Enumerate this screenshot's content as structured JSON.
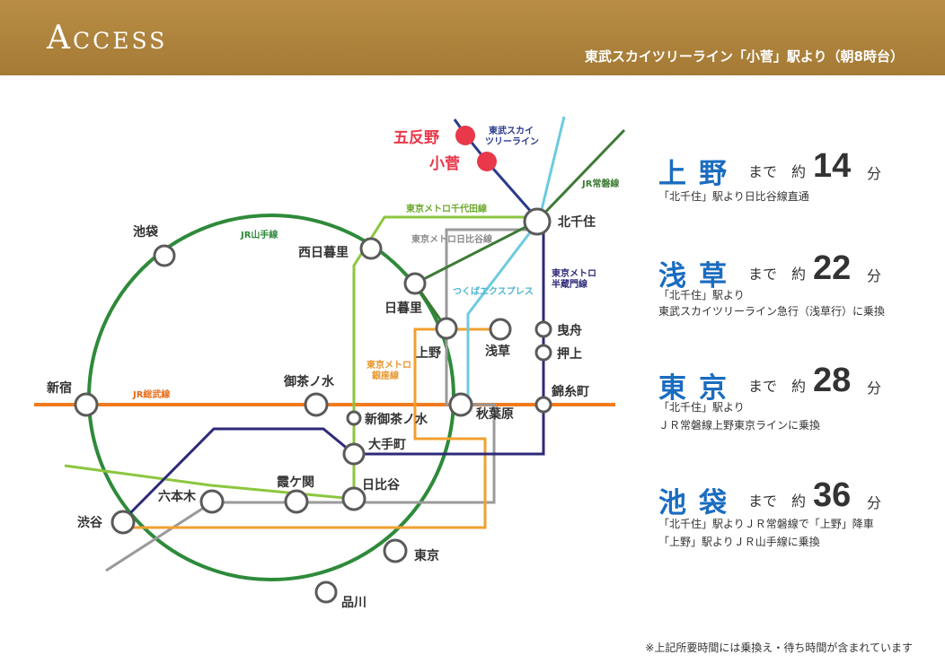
{
  "header": {
    "title": "Access",
    "subtitle": "東武スカイツリーライン「小菅」駅より（朝8時台）"
  },
  "map": {
    "colors": {
      "yamanote": "#2e8a3a",
      "sobu": "#f07a1e",
      "chiyoda": "#8cc63f",
      "hibiya": "#9a9a9a",
      "ginza": "#f0a030",
      "hanzomon": "#2e2a78",
      "tsukuba": "#6ccbe0",
      "tobu": "#2b3a8a",
      "joban": "#3d7a35",
      "highlight": "#e8384a"
    },
    "stations": {
      "gotanno": "五反野",
      "kosuge": "小菅",
      "kitasenju": "北千住",
      "ikebukuro": "池袋",
      "nishinippori": "西日暮里",
      "nippori": "日暮里",
      "ueno": "上野",
      "asakusa": "浅草",
      "hikifune": "曳舟",
      "oshiage": "押上",
      "kinshicho": "錦糸町",
      "shinjuku": "新宿",
      "ochanomizu": "御茶ノ水",
      "akihabara": "秋葉原",
      "shinochanomizu": "新御茶ノ水",
      "otemachi": "大手町",
      "kasumigaseki": "霞ケ関",
      "roppongi": "六本木",
      "hibiya": "日比谷",
      "shibuya": "渋谷",
      "tokyo": "東京",
      "shinagawa": "品川"
    },
    "lines": {
      "tobu_skytree": "東武スカイ\nツリーライン",
      "jr_joban": "JR常磐線",
      "metro_chiyoda": "東京メトロ千代田線",
      "metro_hibiya": "東京メトロ日比谷線",
      "jr_yamanote": "JR山手線",
      "tsukuba_express": "つくばエクスプレス",
      "metro_hanzomon": "東京メトロ\n半蔵門線",
      "metro_ginza": "東京メトロ\n銀座線",
      "jr_sobu": "JR総武線"
    }
  },
  "routes": [
    {
      "dest": "上野",
      "made": "まで",
      "approx": "約",
      "minutes": "14",
      "unit": "分",
      "notes": [
        "「北千住」駅より日比谷線直通"
      ]
    },
    {
      "dest": "浅草",
      "made": "まで",
      "approx": "約",
      "minutes": "22",
      "unit": "分",
      "notes": [
        "「北千住」駅より",
        "東武スカイツリーライン急行（浅草行）に乗換"
      ]
    },
    {
      "dest": "東京",
      "made": "まで",
      "approx": "約",
      "minutes": "28",
      "unit": "分",
      "notes": [
        "「北千住」駅より",
        "ＪＲ常磐線上野東京ラインに乗換"
      ]
    },
    {
      "dest": "池袋",
      "made": "まで",
      "approx": "約",
      "minutes": "36",
      "unit": "分",
      "notes": [
        "「北千住」駅よりＪＲ常磐線で「上野」降車",
        "「上野」駅よりＪＲ山手線に乗換"
      ]
    }
  ],
  "footnote": "※上記所要時間には乗換え・待ち時間が含まれています"
}
